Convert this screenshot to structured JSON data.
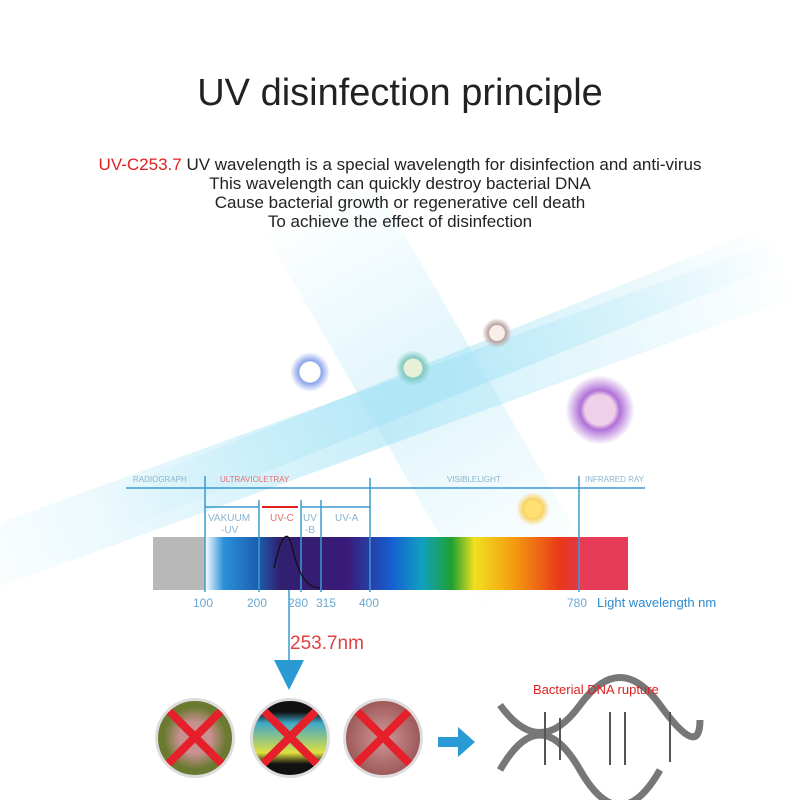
{
  "title": "UV disinfection principle",
  "description": {
    "highlight": "UV-C253.7",
    "line1_rest": " UV wavelength is a special wavelength for disinfection and anti-virus",
    "line2": "This wavelength can quickly destroy bacterial DNA",
    "line3": "Cause bacterial growth or regenerative cell death",
    "line4": "To achieve the effect of disinfection"
  },
  "spectrum": {
    "regions": [
      "RADIOGRAPH",
      "ULTRAVIOLETRAY",
      "VISIBLELIGHT",
      "INFRARED RAY"
    ],
    "uv_bands": [
      "VAKUUM",
      "-UV",
      "UV-C",
      "UV",
      "-B",
      "UV-A"
    ],
    "ticks": [
      "100",
      "200",
      "280",
      "315",
      "400",
      "780"
    ],
    "axis_label": "Light wavelength nm",
    "peak_label": "253.7nm"
  },
  "dna_label": "Bacterial DNA rupture",
  "colors": {
    "accent_blue": "#2a9ad4",
    "red": "#e02020"
  }
}
